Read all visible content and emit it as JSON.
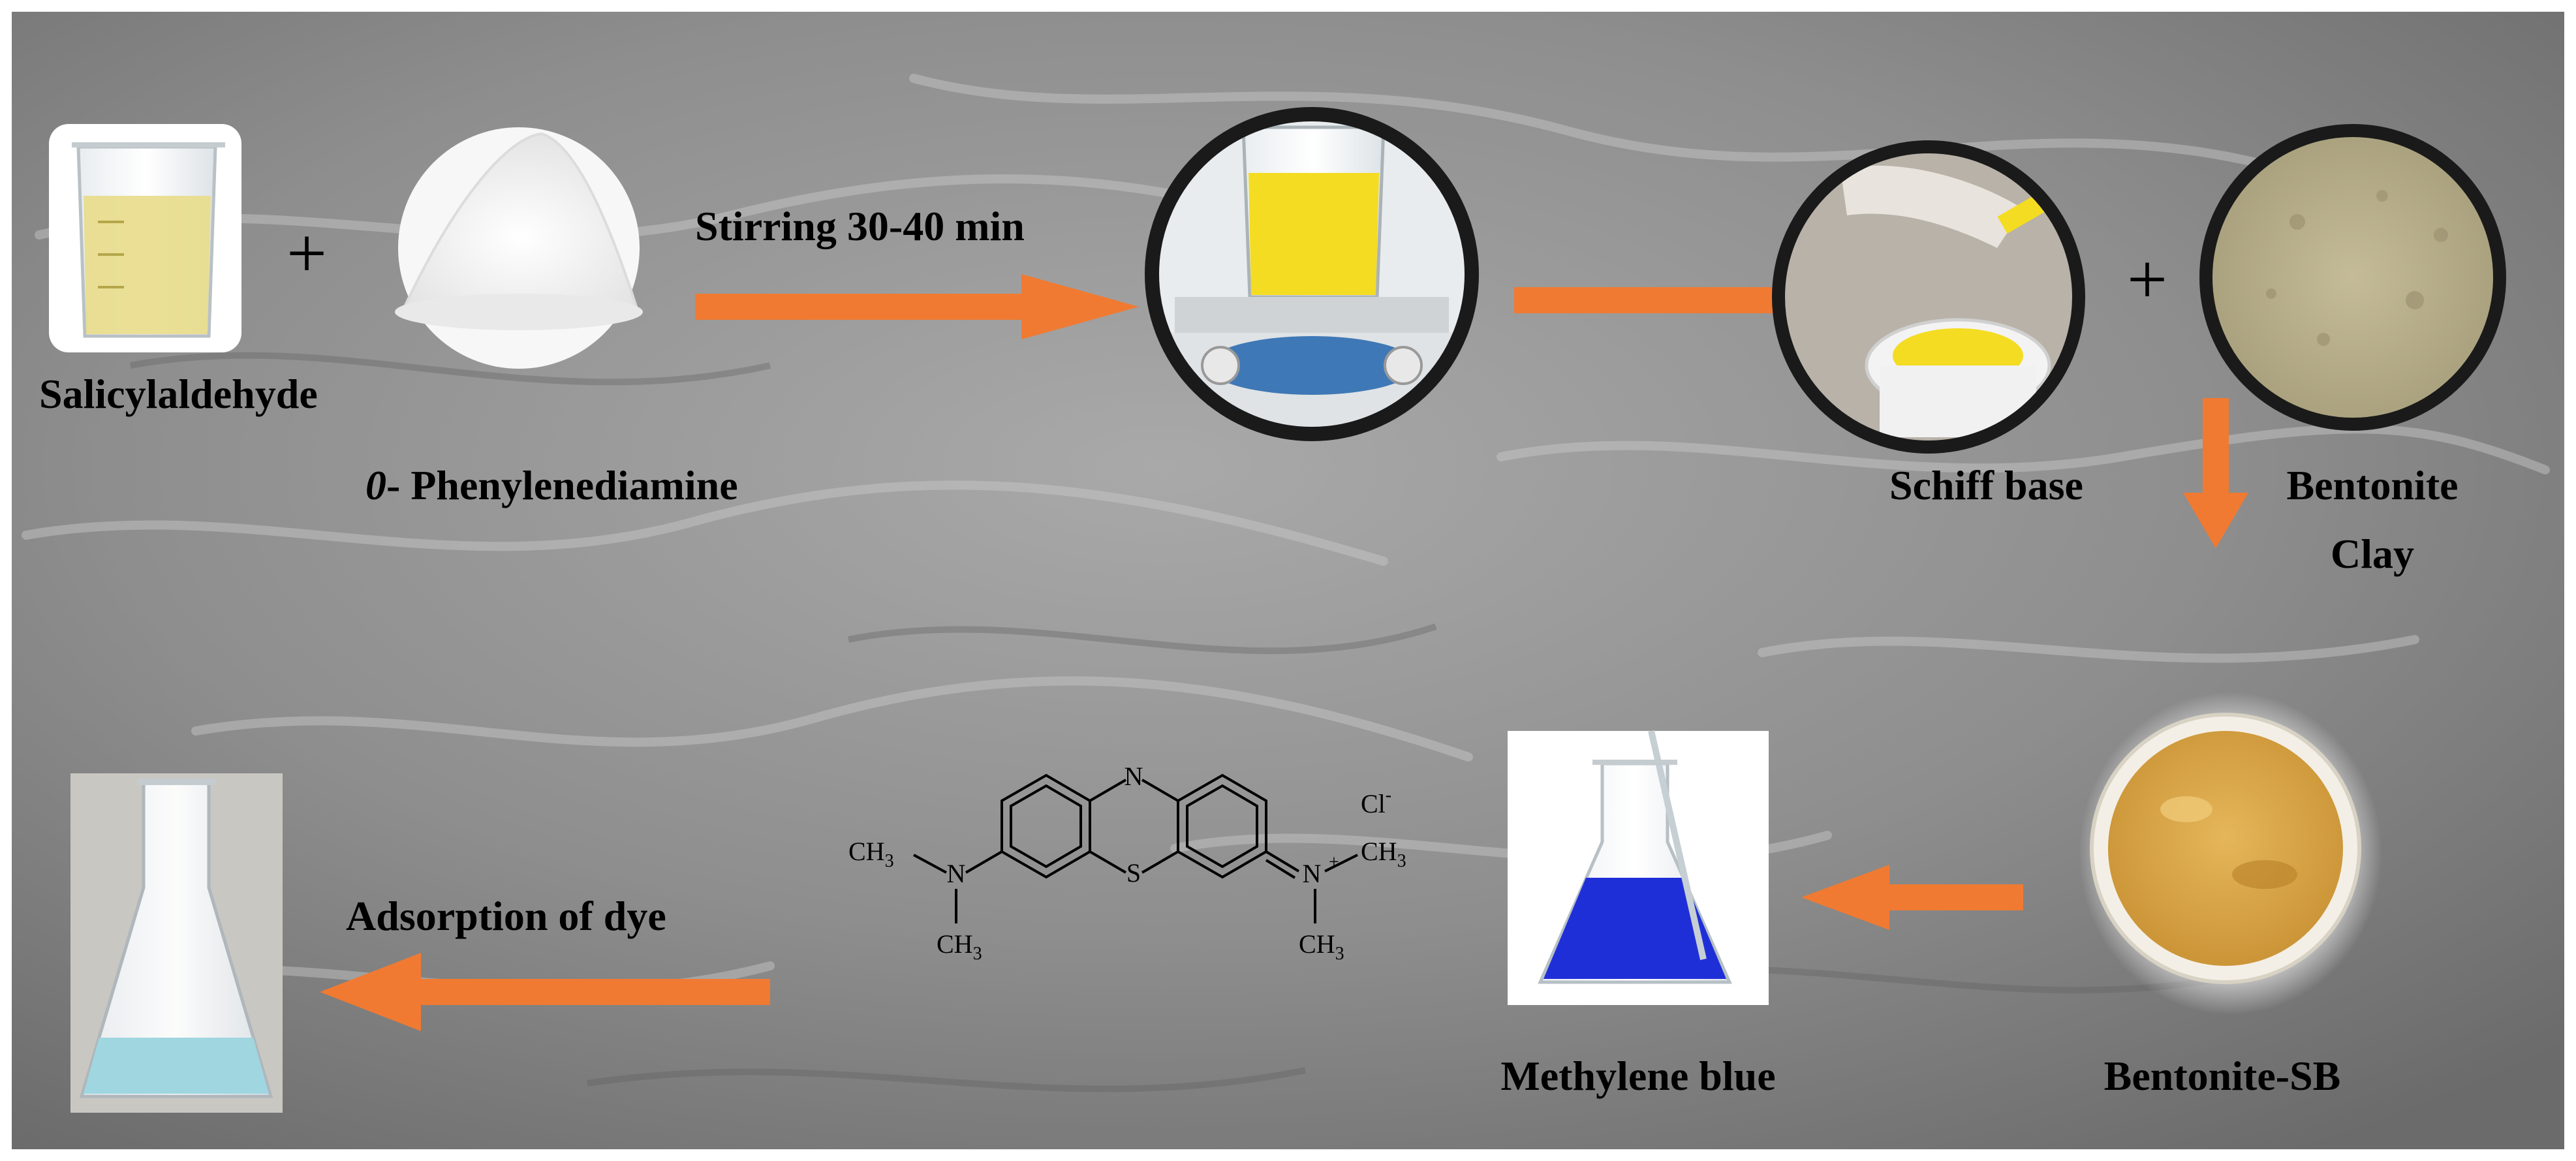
{
  "labels": {
    "salicylaldehyde": "Salicylaldehyde",
    "phenylenediamine_prefix": "0",
    "phenylenediamine_rest": "- Phenylenediamine",
    "stirring": "Stirring  30-40 min",
    "schiff_base": "Schiff base",
    "bentonite_line1": "Bentonite",
    "bentonite_line2": "Clay",
    "bentonite_sb": "Bentonite-SB",
    "methylene_blue": "Methylene blue",
    "adsorption": "Adsorption  of dye",
    "plus_1": "+",
    "plus_2": "+"
  },
  "structure": {
    "n_top": "N",
    "s_bottom": "S",
    "n_left": "N",
    "n_right": "N",
    "n_plus": "+",
    "methyl_left_top": "CH",
    "methyl_left_top_sub": "3",
    "methyl_left_bottom": "CH",
    "methyl_left_bottom_sub": "3",
    "methyl_right_top": "CH",
    "methyl_right_top_sub": "3",
    "methyl_right_bottom": "CH",
    "methyl_right_bottom_sub": "3",
    "chloride": "Cl",
    "chloride_charge": "-"
  },
  "colors": {
    "arrow": "#f07a32",
    "text": "#000000",
    "background_sem": "#8f8f8f",
    "salicylaldehyde_liquid": "#e8dc8a",
    "schiff_yellow": "#f4dc22",
    "bentonite_clay": "#b6ad8a",
    "bentonite_sb": "#d9a645",
    "methylene_blue": "#1f2fd8",
    "treated_water": "#9fd6e0"
  }
}
